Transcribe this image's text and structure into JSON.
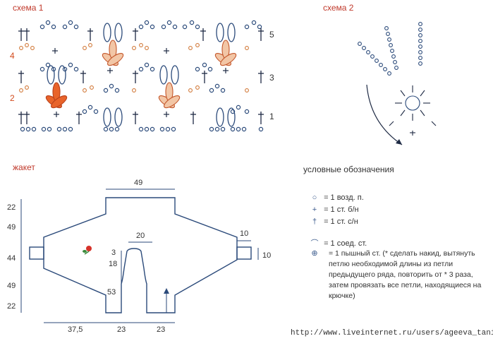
{
  "scheme1": {
    "title": "схема 1",
    "right_rows": [
      "5",
      "3",
      "1"
    ],
    "left_rows": [
      "4",
      "2"
    ]
  },
  "scheme2": {
    "title": "схема 2"
  },
  "jacket": {
    "title": "жакет",
    "dims": {
      "top_width": "49",
      "neck": "20",
      "sleeve_right": "10",
      "sleeve_height": "10",
      "collar": "3",
      "neck_depth": "18",
      "front_len": "53",
      "left_side": [
        "22",
        "49",
        "44",
        "49",
        "22"
      ],
      "bottom_left": "37,5",
      "bottom_mid": "23",
      "bottom_right": "23"
    }
  },
  "legend": {
    "title": "условные обозначения",
    "items": [
      {
        "icon": "chain-stitch-icon",
        "symbol": "○",
        "text": "= 1 возд. п."
      },
      {
        "icon": "single-crochet-icon",
        "symbol": "+",
        "text": "= 1 ст. б/н"
      },
      {
        "icon": "double-crochet-icon",
        "symbol": "†",
        "text": "= 1 ст. с/н"
      },
      {
        "icon": "slip-stitch-icon",
        "symbol": "⌒",
        "text": "= 1 соед. ст."
      },
      {
        "icon": "puff-stitch-icon",
        "symbol": "⊕",
        "text": "= 1 пышный ст. (* сделать накид, вытянуть петлю необходимой длины из петли предыдущего ряда, повторить от * 3 раза, затем провязать все петли, находящиеся на крючке)"
      }
    ]
  },
  "footer": {
    "url": "http://www.liveinternet.ru/users/ageeva_tania/"
  }
}
